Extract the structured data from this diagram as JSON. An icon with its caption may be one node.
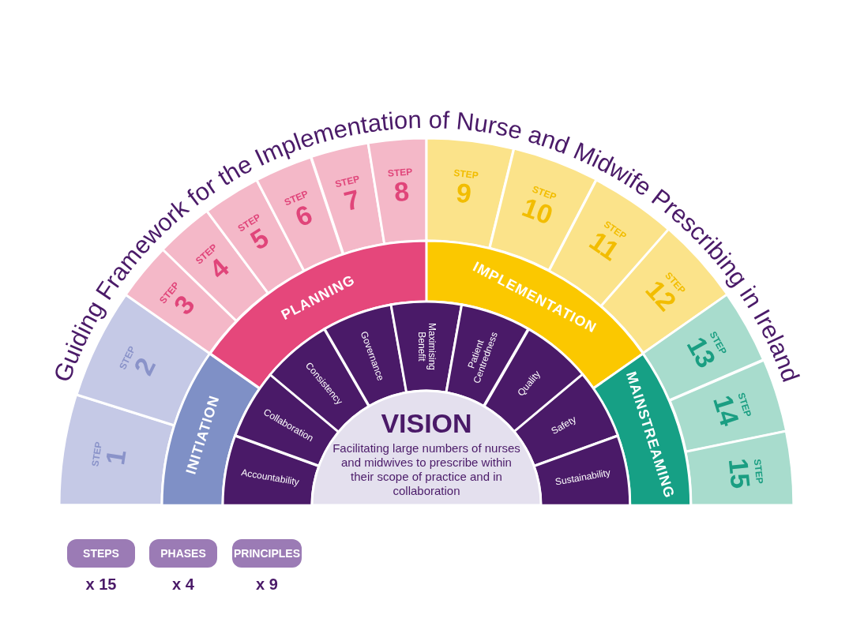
{
  "diagram": {
    "title": "Guiding Framework for the Implementation of Nurse and Midwife Prescribing in Ireland",
    "nodes": [
      {
        "text": [
          "STEP",
          "1"
        ]
      },
      {
        "text": [
          "STEP",
          "2"
        ]
      },
      {
        "text": [
          "STEP",
          "3"
        ]
      },
      {
        "text": [
          "STEP",
          "4"
        ]
      },
      {
        "text": [
          "STEP",
          "5"
        ]
      },
      {
        "text": [
          "STEP",
          "6"
        ]
      },
      {
        "text": [
          "STEP",
          "7"
        ]
      },
      {
        "text": [
          "STEP",
          "8"
        ]
      },
      {
        "text": [
          "STEP",
          "9"
        ]
      },
      {
        "text": [
          "STEP",
          "10"
        ]
      },
      {
        "text": [
          "STEP",
          "11"
        ]
      },
      {
        "text": [
          "STEP",
          "12"
        ]
      },
      {
        "text": [
          "STEP",
          "13"
        ]
      },
      {
        "text": [
          "STEP",
          "14"
        ]
      },
      {
        "text": [
          "STEP",
          "15"
        ]
      },
      {
        "text": [
          "INITIATION"
        ]
      },
      {
        "text": [
          "PLANNING"
        ]
      },
      {
        "text": [
          "IMPLEMENTATION"
        ]
      },
      {
        "text": [
          "MAINSTREAMING"
        ]
      },
      {
        "text": [
          "Accountability"
        ]
      },
      {
        "text": [
          "Collaboration"
        ]
      },
      {
        "text": [
          "Consistency"
        ]
      },
      {
        "text": [
          "Governance"
        ]
      },
      {
        "text": [
          "Maximising Benefit"
        ]
      },
      {
        "text": [
          "Patient Centredness"
        ]
      },
      {
        "text": [
          "Quality"
        ]
      },
      {
        "text": [
          "Safety"
        ]
      },
      {
        "text": [
          "Sustainability"
        ]
      },
      {
        "text": [
          "VISION",
          "Facilitating large numbers of nurses and midwives to prescribe within their scope of practice and in collaboration"
        ]
      },
      {
        "text": [
          "STEPS"
        ],
        "beside": [
          "x 15"
        ]
      },
      {
        "text": [
          "PHASES"
        ],
        "beside": [
          "x 4"
        ]
      },
      {
        "text": [
          "PRINCIPLES"
        ],
        "beside": [
          "x 9"
        ]
      }
    ]
  }
}
